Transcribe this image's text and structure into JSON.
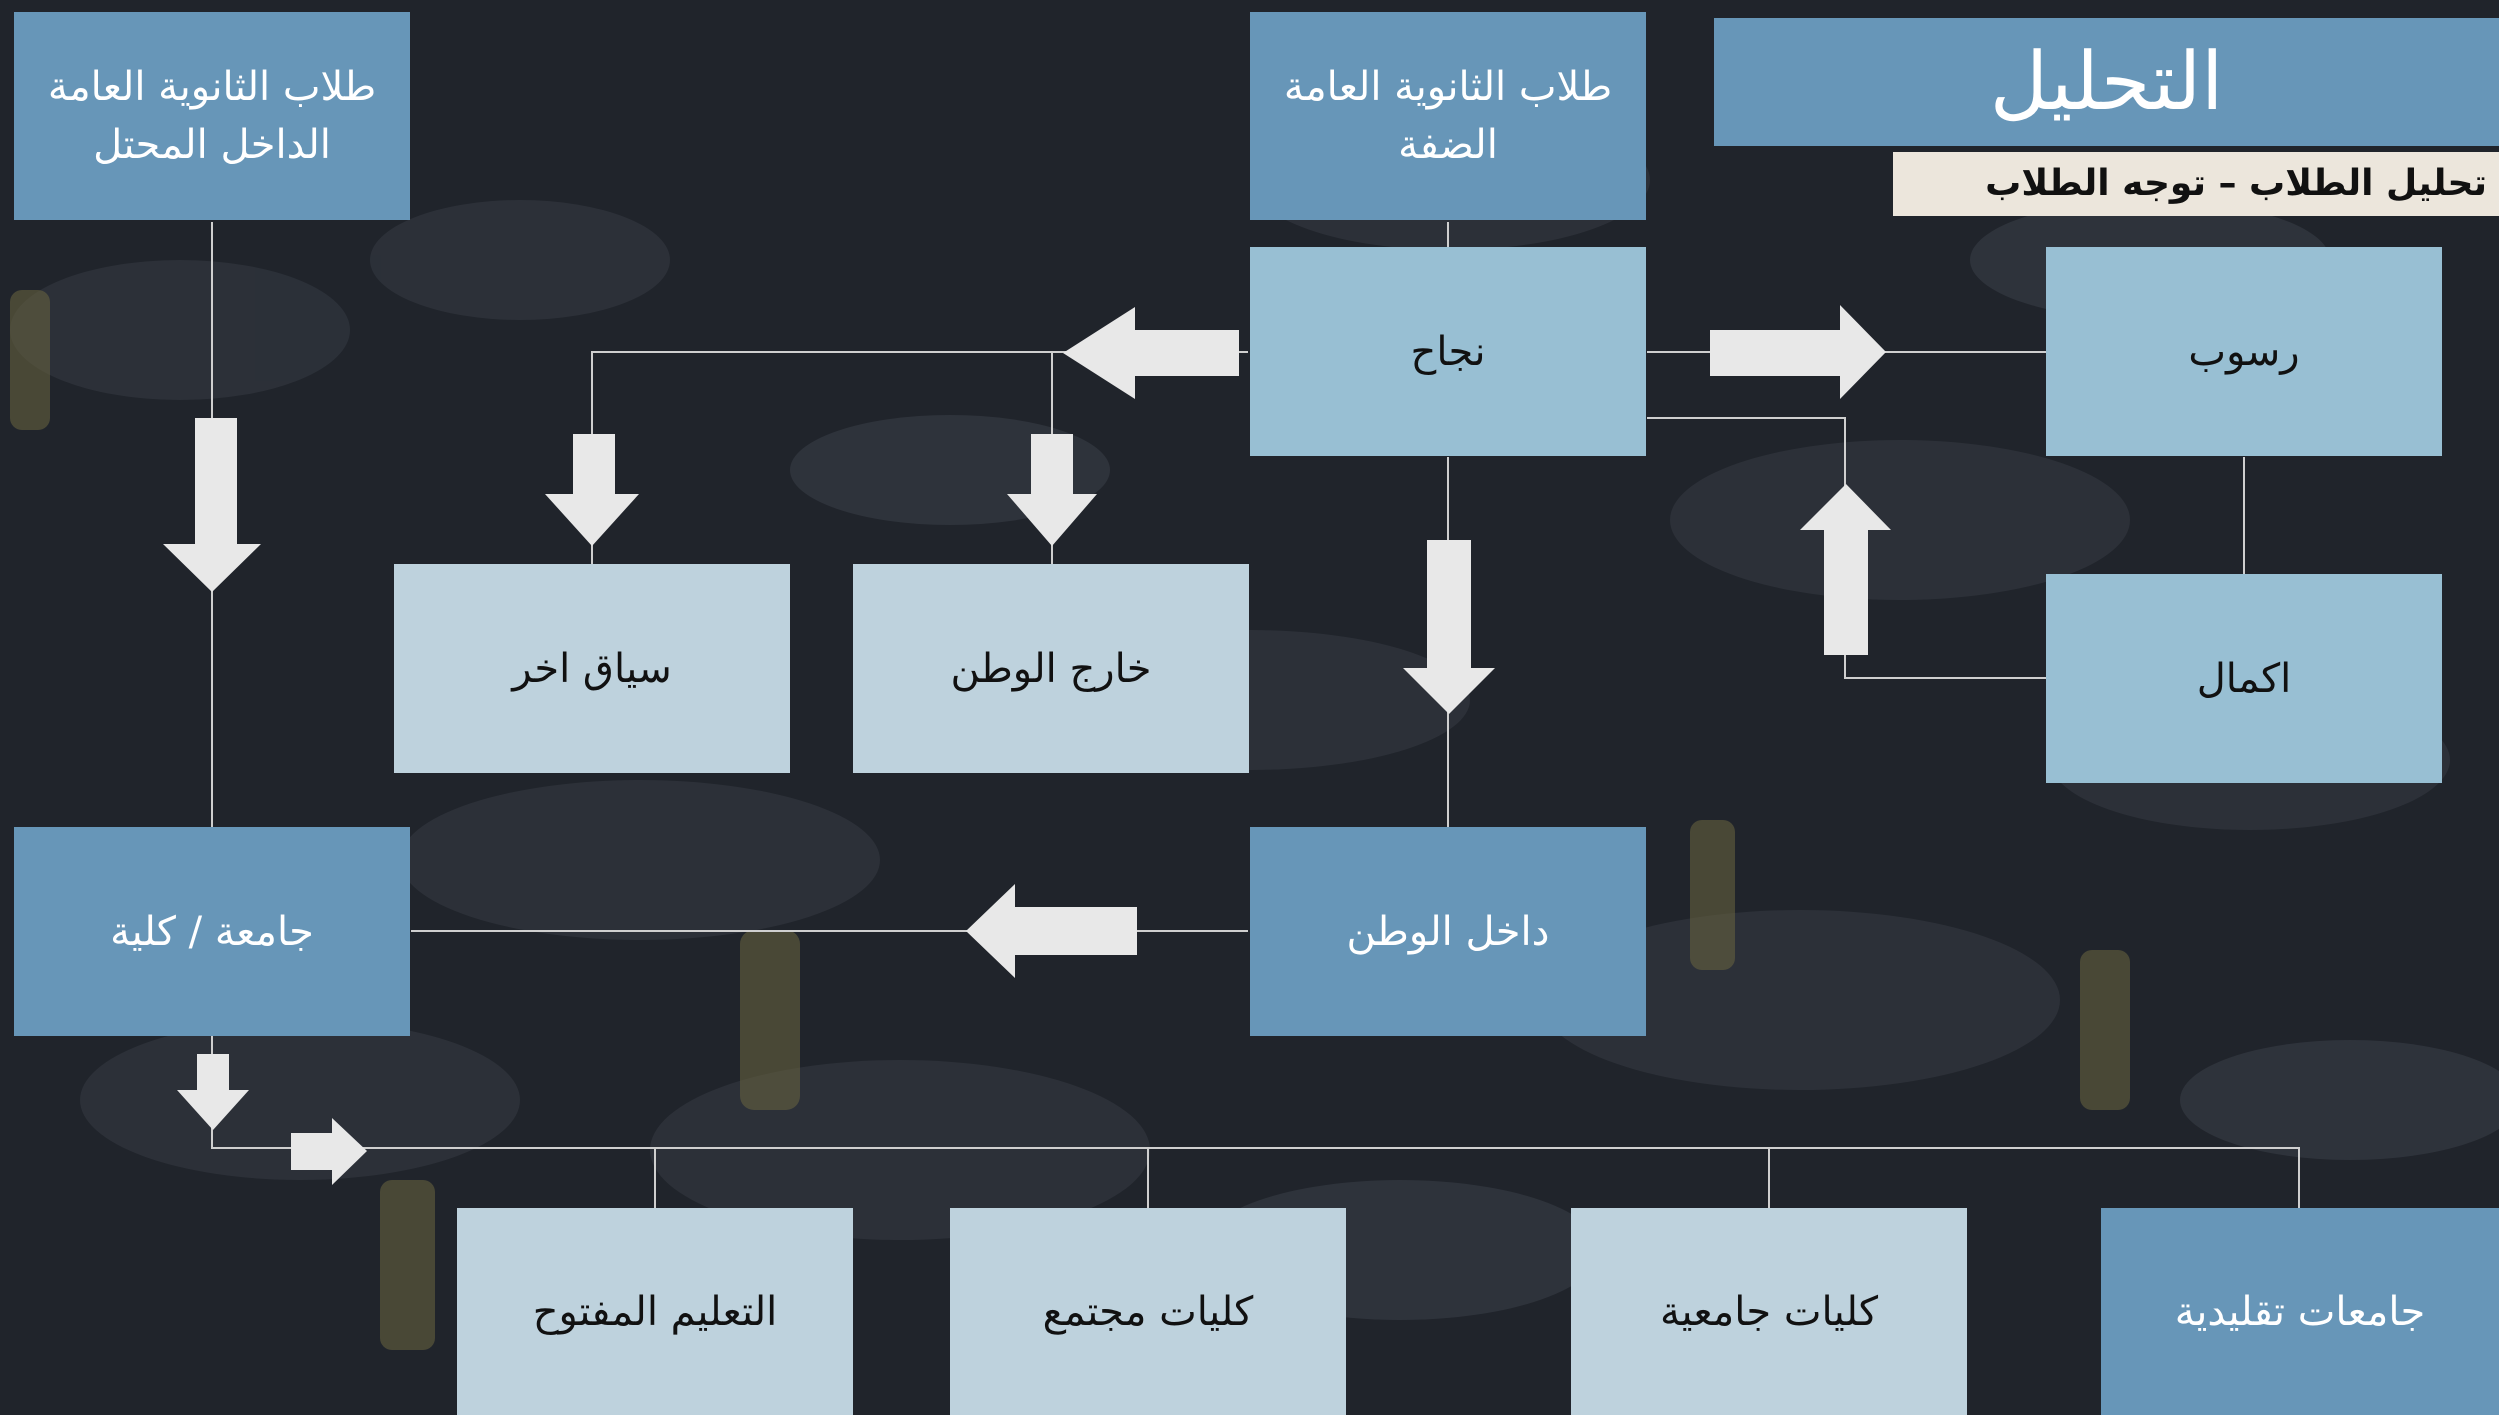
{
  "header": {
    "title": "التحليل",
    "subtitle": "تحليل الطلاب – توجه الطلاب"
  },
  "nodes": {
    "students_westbank": [
      "طلاب الثانوية العامة",
      "الضفة"
    ],
    "students_occupied": [
      "طلاب الثانوية العامة",
      "الداخل المحتل"
    ],
    "success": "نجاح",
    "fail": "رسوب",
    "supplementary": "اكمال",
    "abroad": "خارج الوطن",
    "other_context": "سياق اخر",
    "inside_homeland": "داخل الوطن",
    "university_college": "جامعة / كلية",
    "open_education": "التعليم المفتوح",
    "community_colleges": "كليات مجتمع",
    "university_colleges": "كليات جامعية",
    "traditional_universities": "جامعات تقليدية"
  },
  "colors": {
    "dark_box": "#6796b8",
    "mid_box": "#98bfd3",
    "light_box": "#bed2dd",
    "arrow": "#e8e8e8",
    "connector": "#cfcfcf",
    "subtitle_bg": "#ece6dc"
  }
}
